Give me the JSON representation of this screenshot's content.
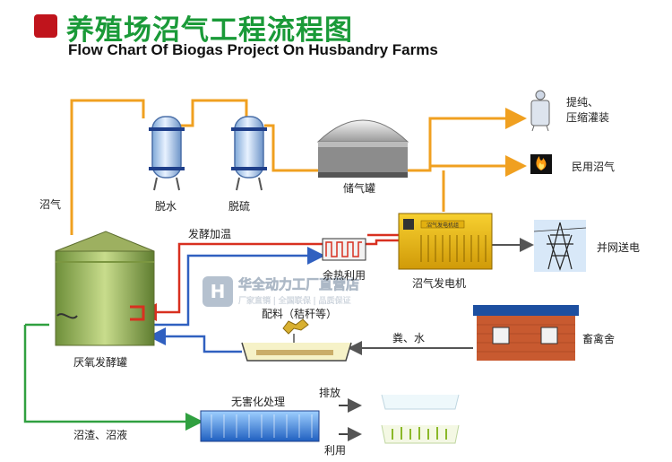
{
  "title": {
    "chinese": "养殖场沼气工程流程图",
    "english": "Flow Chart Of  Biogas Project On Husbandry Farms"
  },
  "nodes": {
    "dewater": "脱水",
    "desulfur": "脱硫",
    "gas_holder": "储气罐",
    "purify": "提纯、",
    "compress": "压缩灌装",
    "civil_gas": "民用沼气",
    "generator": "沼气发电机",
    "grid": "并网送电",
    "heat_recovery": "余热利用",
    "digester": "厌氧发酵罐",
    "ingredients": "配料（秸秆等）",
    "barn": "畜禽舍",
    "treatment": "无害化处理",
    "discharge": "排放",
    "reuse": "利用"
  },
  "flows": {
    "biogas": "沼气",
    "heating": "发酵加温",
    "manure_water": "粪、水",
    "residue": "沼渣、沼液"
  },
  "watermark": {
    "brand": "华全动力工厂直营店",
    "sub": "厂家直销 | 全国联保 | 品质保证"
  },
  "generator_panel": "沼气发电机组"
}
